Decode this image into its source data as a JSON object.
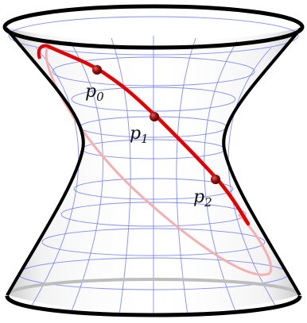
{
  "labels": {
    "p0": {
      "base": "p",
      "sub": "0"
    },
    "p1": {
      "base": "p",
      "sub": "1"
    },
    "p2": {
      "base": "p",
      "sub": "2"
    }
  },
  "colors": {
    "outline": "#000000",
    "grid": "#6f7cf0",
    "curve": "#e00000",
    "curve_back": "#f4b0b0",
    "point": "#8b0a0a"
  }
}
